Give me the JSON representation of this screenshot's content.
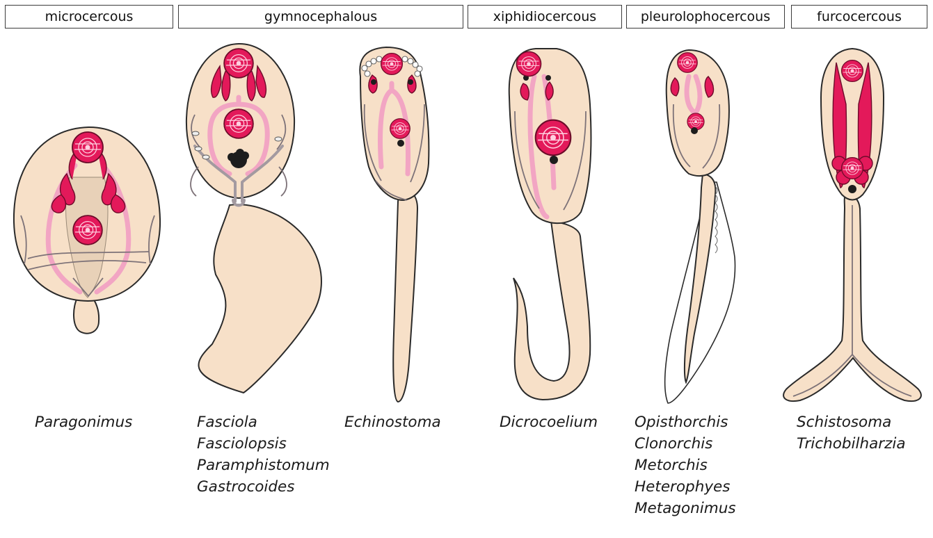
{
  "headers": {
    "microcercous": "microcercous",
    "gymnocephalous": "gymnocephalous",
    "xiphidiocercous": "xiphidiocercous",
    "pleurolophocercous": "pleurolophocercous",
    "furcocercous": "furcocercous"
  },
  "genera": {
    "microcercous": [
      "Paragonimus"
    ],
    "gymnocephalous_a": [
      "Fasciola",
      "Fasciolopsis",
      "Paramphistomum",
      "Gastrocoides"
    ],
    "gymnocephalous_b": [
      "Echinostoma"
    ],
    "xiphidiocercous": [
      "Dicrocoelium"
    ],
    "pleurolophocercous": [
      "Opisthorchis",
      "Clonorchis",
      "Metorchis",
      "Heterophyes",
      "Metagonimus"
    ],
    "furcocercous": [
      "Schistosoma",
      "Trichobilharzia"
    ]
  },
  "colors": {
    "body": "#f7e0c8",
    "sucker": "#e3195a",
    "gut": "#f2a5c3",
    "eyespot": "#1d1d1d"
  }
}
